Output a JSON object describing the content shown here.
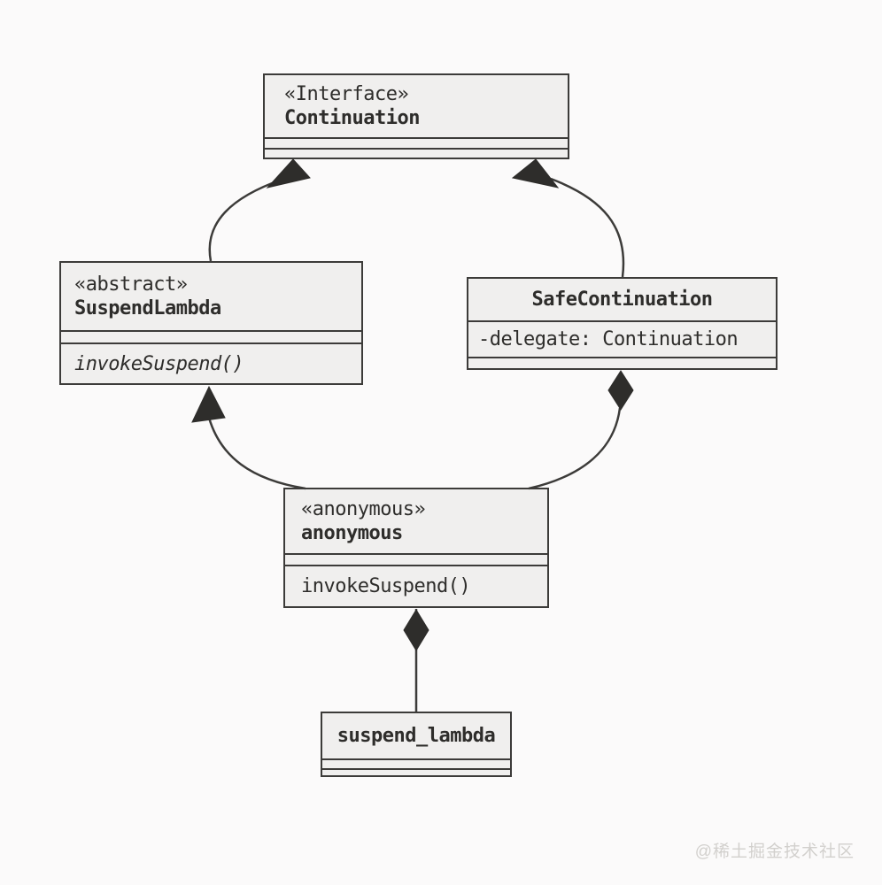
{
  "watermark": "@稀土掘金技术社区",
  "colors": {
    "background": "#fbfafa",
    "boxFill": "#f0efee",
    "stroke": "#3c3b39",
    "text": "#2e2d2b",
    "watermark": "#d2d0cd"
  },
  "classes": {
    "continuation": {
      "stereotype": "«Interface»",
      "name": "Continuation"
    },
    "suspendLambda": {
      "stereotype": "«abstract»",
      "name": "SuspendLambda",
      "method": "invokeSuspend()"
    },
    "safeContinuation": {
      "name": "SafeContinuation",
      "attribute": "-delegate: Continuation"
    },
    "anonymous": {
      "stereotype": "«anonymous»",
      "name": "anonymous",
      "method": "invokeSuspend()"
    },
    "suspendLambdaInstance": {
      "name": "suspend_lambda"
    }
  },
  "relations": [
    {
      "from": "SuspendLambda",
      "to": "Continuation",
      "type": "realization"
    },
    {
      "from": "SafeContinuation",
      "to": "Continuation",
      "type": "realization"
    },
    {
      "from": "anonymous",
      "to": "SuspendLambda",
      "type": "inheritance"
    },
    {
      "from": "SafeContinuation",
      "to": "anonymous",
      "type": "composition"
    },
    {
      "from": "anonymous",
      "to": "suspend_lambda",
      "type": "composition"
    }
  ]
}
